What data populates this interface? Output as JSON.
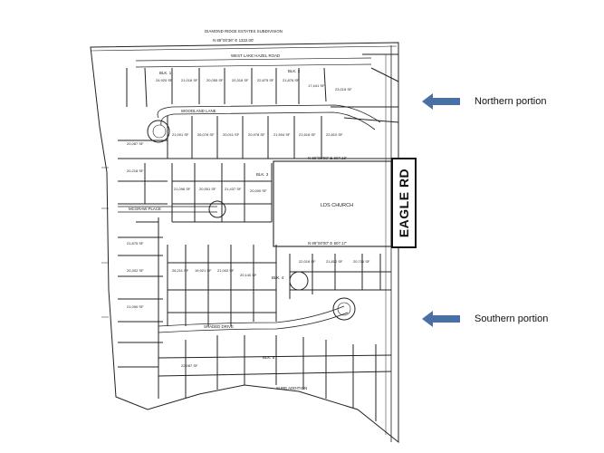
{
  "annotations": {
    "road_label": "EAGLE RD",
    "northern_label": "Northern portion",
    "southern_label": "Southern portion",
    "arrow_color": "#4a6fa5"
  },
  "plat": {
    "top_subdivision": "DIAMOND RIDGE ESTATES SUBDIVISION",
    "top_bearing": "N 89°00'36\" E 1322.00'",
    "church": "LDS CHURCH",
    "church_bearing_top": "N 89°00'00\" E 607.18'",
    "church_bearing_bottom": "N 89°00'00\" E 607.17'",
    "street_top": "WEST LAKE HAZEL ROAD",
    "street_woodland": "WOODLAND LANE",
    "street_place": "MCGRAW PLACE",
    "street_drive": "SHADED DRIVE",
    "bottom_label": "SURE ADDITION",
    "block_1": "BLK. 1",
    "block_2": "BLK. 2",
    "block_3": "BLK. 3",
    "block_4": "BLK. 4",
    "block_5": "BLK. 5",
    "lot_areas": [
      "24,920 SF",
      "21,016 SF",
      "20,055 SF",
      "20,318 SF",
      "22,875 SF",
      "21,876 SF",
      "17,441 SF",
      "23,015 SF",
      "21,001 SF",
      "26,076 SF",
      "20,011 SF",
      "20,978 SF",
      "21,504 SF",
      "21,516 SF",
      "22,810 SF",
      "20,087 SF",
      "21,096 SF",
      "20,551 SF",
      "21,437 SF",
      "20,000 SF",
      "20,218 SF",
      "21,875 SF",
      "20,302 SF",
      "21,090 SF",
      "26,211 SF",
      "19,921 SF",
      "21,002 SF",
      "20,140 SF",
      "22,016 SF",
      "21,812 SF",
      "20,716 SF",
      "22,087 SF"
    ]
  }
}
